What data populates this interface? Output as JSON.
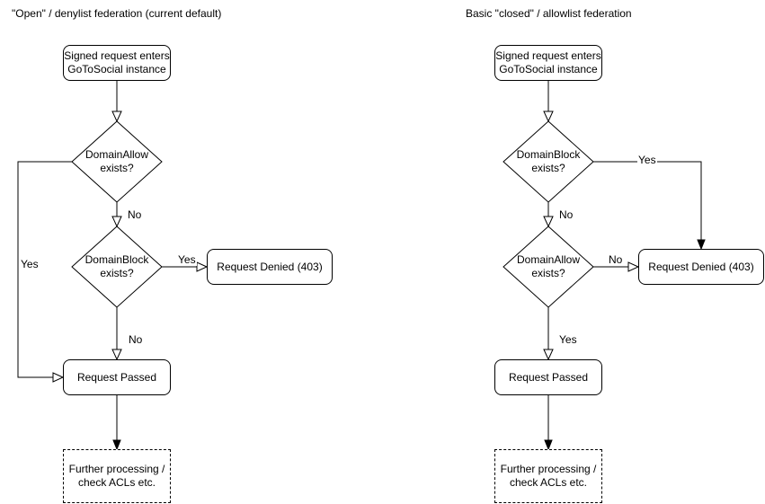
{
  "colors": {
    "stroke": "#000000",
    "shape_fill": "#ffffff",
    "text": "#000000",
    "background": "#ffffff"
  },
  "left": {
    "title": "\"Open\" / denylist federation (current default)",
    "entry": {
      "line1": "Signed request enters",
      "line2": "GoToSocial instance"
    },
    "decision1": {
      "line1": "DomainAllow",
      "line2": "exists?"
    },
    "decision2": {
      "line1": "DomainBlock",
      "line2": "exists?"
    },
    "denied": "Request Denied (403)",
    "passed": "Request Passed",
    "further": {
      "line1": "Further processing /",
      "line2": "check ACLs etc."
    },
    "labels": {
      "decision1_no": "No",
      "decision1_yes": "Yes",
      "decision2_yes": "Yes",
      "decision2_no": "No"
    }
  },
  "right": {
    "title": "Basic \"closed\" / allowlist federation",
    "entry": {
      "line1": "Signed request enters",
      "line2": "GoToSocial instance"
    },
    "decision1": {
      "line1": "DomainBlock",
      "line2": "exists?"
    },
    "decision2": {
      "line1": "DomainAllow",
      "line2": "exists?"
    },
    "denied": "Request Denied (403)",
    "passed": "Request Passed",
    "further": {
      "line1": "Further processing /",
      "line2": "check ACLs etc."
    },
    "labels": {
      "decision1_yes": "Yes",
      "decision1_no": "No",
      "decision2_no": "No",
      "decision2_yes": "Yes"
    }
  }
}
